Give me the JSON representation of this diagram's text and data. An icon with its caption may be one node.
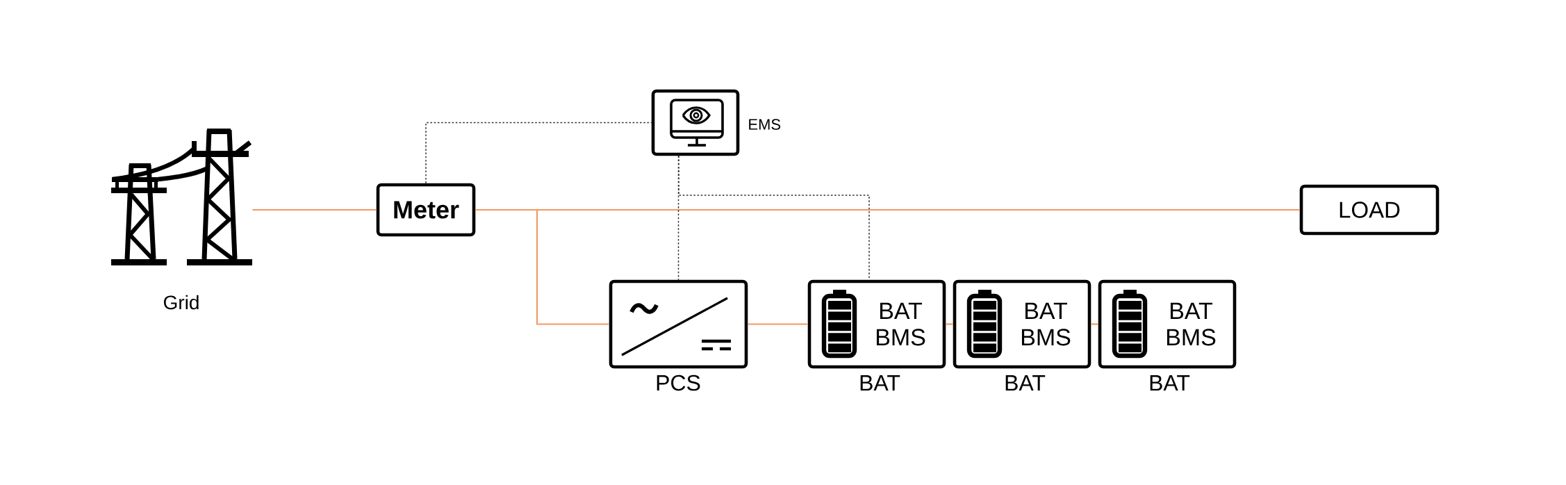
{
  "diagram": {
    "nodes": [
      {
        "text": [],
        "shape": "picture",
        "beside": [
          "Grid"
        ]
      },
      {
        "text": [
          "Meter"
        ]
      },
      {
        "text": [],
        "shape": "box",
        "beside": [
          "EMS"
        ]
      },
      {
        "text": [
          "LOAD"
        ]
      },
      {
        "text": [],
        "shape": "box",
        "beside": [
          "PCS"
        ]
      },
      {
        "text": [
          "BAT BMS"
        ],
        "beside": [
          "BAT"
        ]
      },
      {
        "text": [
          "BAT BMS"
        ],
        "beside": [
          "BAT"
        ]
      },
      {
        "text": [
          "BAT BMS"
        ],
        "beside": [
          "BAT"
        ]
      }
    ],
    "edges": [
      {
        "from": 0,
        "to": 1,
        "arrow": "none"
      },
      {
        "from": 1,
        "to": 3,
        "arrow": "none"
      },
      {
        "from": 1,
        "to": 4,
        "arrow": "none"
      },
      {
        "from": 4,
        "to": 5,
        "arrow": "none"
      },
      {
        "from": 5,
        "to": 6,
        "arrow": "none"
      },
      {
        "from": 6,
        "to": 7,
        "arrow": "none"
      },
      {
        "from": 1,
        "to": 2,
        "arrow": "none",
        "style": "dashed",
        "color": "#333333"
      },
      {
        "from": 2,
        "to": 4,
        "arrow": "none",
        "style": "dashed",
        "color": "#333333"
      },
      {
        "from": 2,
        "to": 5,
        "arrow": "none",
        "style": "dashed",
        "color": "#333333"
      }
    ]
  }
}
